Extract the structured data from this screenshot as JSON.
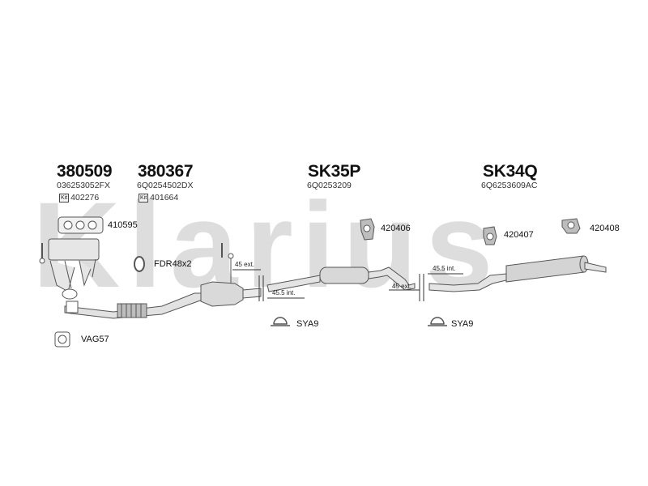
{
  "watermark": "Klarius",
  "groups": [
    {
      "part": "380509",
      "oem": "036253052FX",
      "kit_badge": "Kit",
      "kit": "402276"
    },
    {
      "part": "380367",
      "oem": "6Q0254502DX",
      "kit_badge": "Kit",
      "kit": "401664"
    },
    {
      "part": "SK35P",
      "oem": "6Q0253209"
    },
    {
      "part": "SK34Q",
      "oem": "6Q6253609AC"
    }
  ],
  "parts": {
    "gasket": "410595",
    "fdr": "FDR48x2",
    "vag": "VAG57",
    "mount_1": "420406",
    "mount_2": "420407",
    "mount_3": "420408",
    "clamp_1": "SYA9",
    "clamp_2": "SYA9"
  },
  "joints": {
    "ext_1": "45 ext.",
    "int_1": "45.5 int.",
    "int_2": "45.5 int.",
    "ext_2": "45 ext."
  },
  "colors": {
    "watermark": "#d9d9d9",
    "line": "#555555",
    "pipe": "#cfcfcf"
  }
}
